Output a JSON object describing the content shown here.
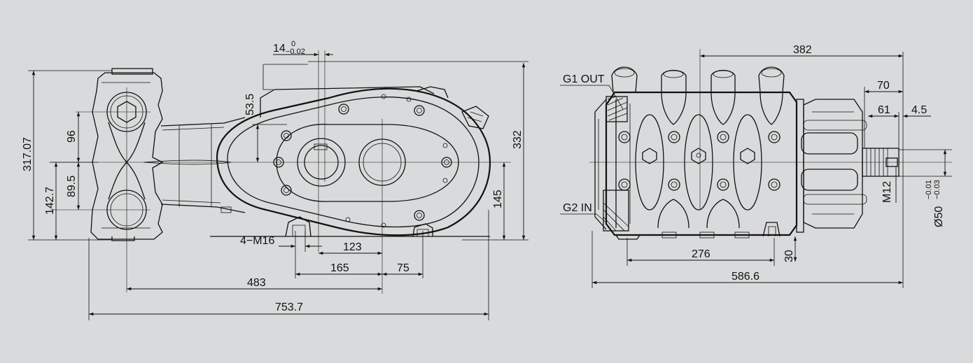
{
  "background": "#d9dadb",
  "line_color": "#111111",
  "side_view": {
    "dims": {
      "fit_base": "14",
      "fit_upper": "0",
      "fit_lower": "−0.02",
      "d_53_5": "53.5",
      "d_332": "332",
      "d_145": "145",
      "d_317_07": "317.07",
      "d_96": "96",
      "d_142_7": "142.7",
      "d_89_5": "89.5",
      "thread": "4−M16",
      "d_123": "123",
      "d_165": "165",
      "d_75": "75",
      "d_483": "483",
      "d_753_7": "753.7"
    }
  },
  "end_view": {
    "labels": {
      "outlet": "G1 OUT",
      "inlet": "G2 IN",
      "shaft_thread": "M12"
    },
    "dims": {
      "d_382": "382",
      "d_70": "70",
      "d_61": "61",
      "d_4_5": "4.5",
      "dia_prefix": "Ø50",
      "dia_upper": "−0.01",
      "dia_lower": "−0.03",
      "d_276": "276",
      "d_30": "30",
      "d_586_6": "586.6"
    }
  }
}
